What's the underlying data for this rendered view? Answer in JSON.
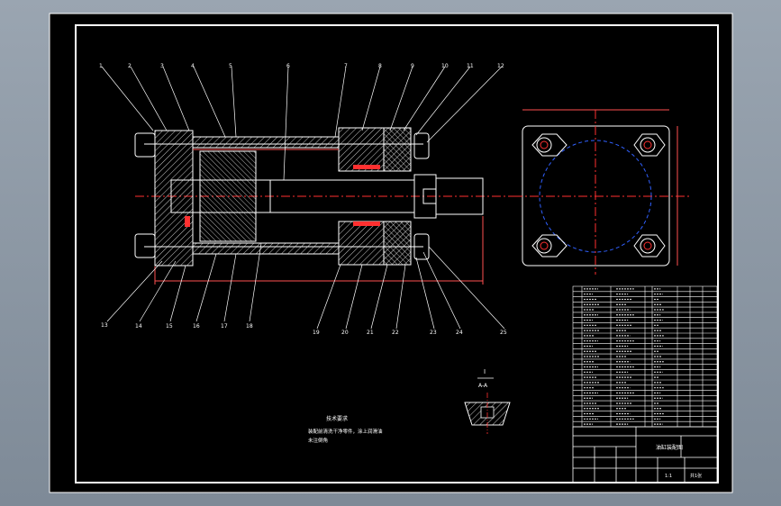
{
  "drawing": {
    "part_labels": [
      "1",
      "2",
      "3",
      "4",
      "5",
      "6",
      "7",
      "8",
      "9",
      "10",
      "11",
      "12",
      "13",
      "14",
      "15",
      "16",
      "17",
      "18",
      "19",
      "20",
      "21",
      "22",
      "23",
      "24",
      "25"
    ],
    "section_label": "I",
    "section_sub_label": "A-A",
    "notes_title": "技术要求",
    "notes_line1": "装配前清洗干净零件，涂上润滑油",
    "notes_line2": "未注倒角",
    "title_block": {
      "name": "油缸装配图",
      "designer": "",
      "scale": "1:1",
      "sheet": "共1张"
    }
  },
  "colors": {
    "background": "#000000",
    "lines": "#ffffff",
    "centerline": "#ff2020",
    "hidden": "#3050ff",
    "dims": "#ff5050",
    "bolt": "#ffffff"
  }
}
